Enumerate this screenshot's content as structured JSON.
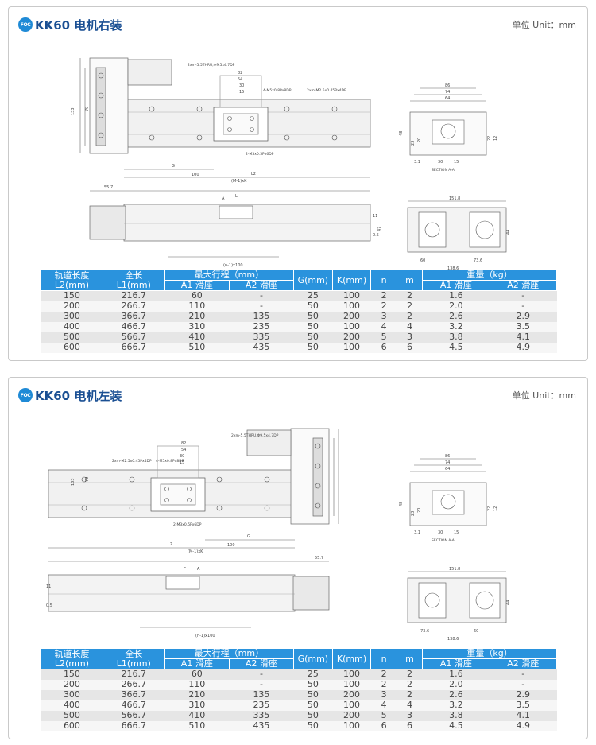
{
  "unit_label": "单位 Unit：mm",
  "badge": "FOC",
  "sections": [
    {
      "title": "KK60 电机右装",
      "orientation": "right"
    },
    {
      "title": "KK60 电机左装",
      "orientation": "left"
    }
  ],
  "table": {
    "headers": {
      "rail_length": "轨道长度",
      "rail_length_sub": "L2(mm)",
      "total_length": "全长",
      "total_length_sub": "L1(mm)",
      "max_stroke": "最大行程（mm）",
      "a1": "A1 滑座",
      "a2": "A2 滑座",
      "g": "G(mm)",
      "k": "K(mm)",
      "n": "n",
      "m": "m",
      "weight": "重量（kg）",
      "w_a1": "A1 滑座",
      "w_a2": "A2 滑座"
    },
    "rows": [
      [
        "150",
        "216.7",
        "60",
        "-",
        "25",
        "100",
        "2",
        "2",
        "1.6",
        "-"
      ],
      [
        "200",
        "266.7",
        "110",
        "-",
        "50",
        "100",
        "2",
        "2",
        "2.0",
        "-"
      ],
      [
        "300",
        "366.7",
        "210",
        "135",
        "50",
        "200",
        "3",
        "2",
        "2.6",
        "2.9"
      ],
      [
        "400",
        "466.7",
        "310",
        "235",
        "50",
        "100",
        "4",
        "4",
        "3.2",
        "3.5"
      ],
      [
        "500",
        "566.7",
        "410",
        "335",
        "50",
        "200",
        "5",
        "3",
        "3.8",
        "4.1"
      ],
      [
        "600",
        "666.7",
        "510",
        "435",
        "50",
        "100",
        "6",
        "6",
        "4.5",
        "4.9"
      ]
    ]
  },
  "drawing_labels": {
    "dim_133": "133",
    "dim_79": "79",
    "dim_55_7": "55.7",
    "G": "G",
    "dim_100": "100",
    "nk": "(M-1)xK",
    "L2": "L2",
    "L": "L",
    "n100": "(n-1)x100",
    "dim_82": "82",
    "dim_54": "54",
    "dim_30": "30",
    "dim_15": "15",
    "note_thru": "2xm-5.5THRU,Φ9.5x4.7DP",
    "note_m5": "4-M5x0.8Px8DP",
    "note_m3": "2-M3x0.5Px6DP",
    "note_m25": "2xm-M2.5x0.45Px4DP",
    "dim_86": "86",
    "dim_74": "74",
    "dim_64": "64",
    "dim_48": "48",
    "dim_23": "23",
    "dim_20": "20",
    "dim_3_1": "3.1",
    "dim_22": "22",
    "dim_12": "12",
    "dim_30b": "30",
    "dim_15b": "15",
    "section": "SECTION A-A",
    "dim_11": "11",
    "dim_47": "47",
    "dim_0_5": "0.5",
    "A": "A",
    "dim_151_8": "151.8",
    "dim_60": "60",
    "dim_73_6": "73.6",
    "dim_138_6": "138.6",
    "dim_44": "44"
  }
}
